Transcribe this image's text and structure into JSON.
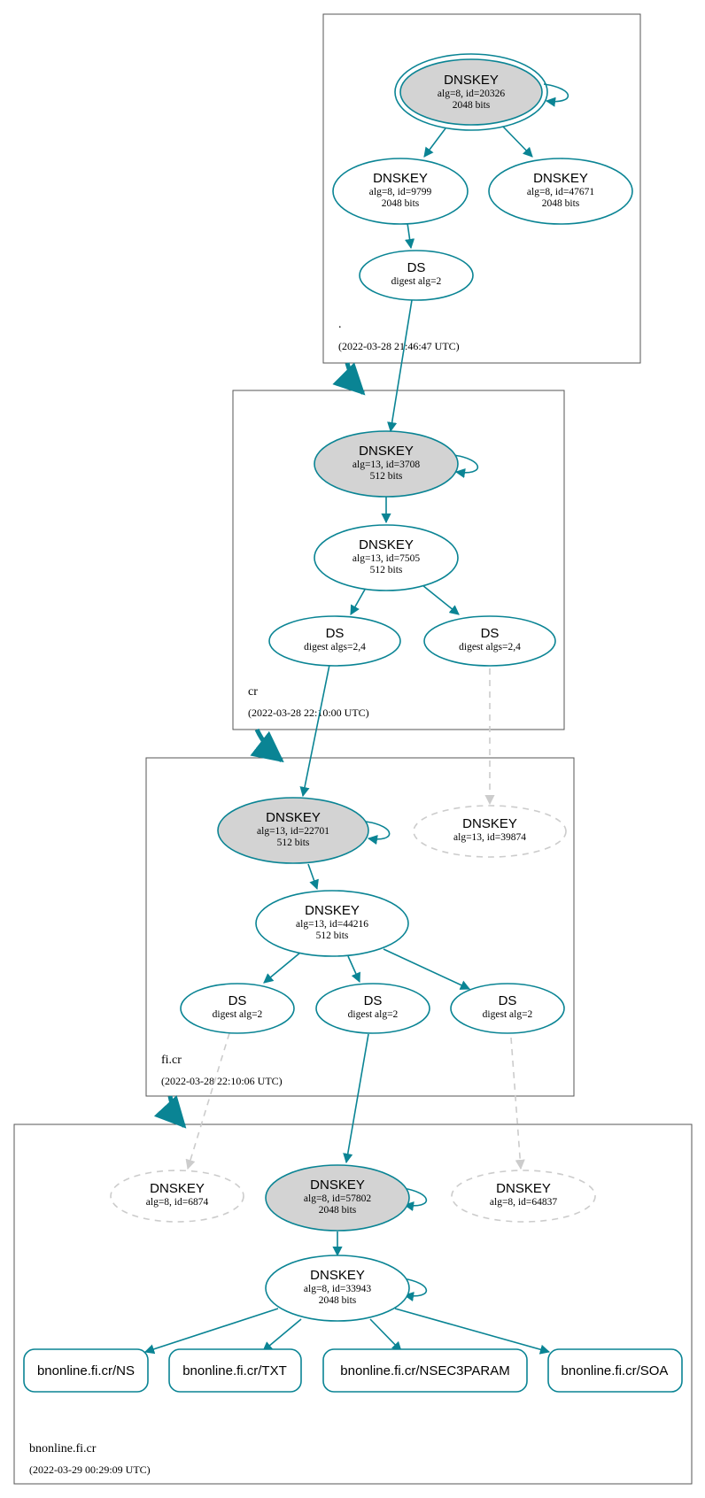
{
  "zones": [
    {
      "id": "root",
      "name": ".",
      "timestamp": "(2022-03-28 21:46:47 UTC)"
    },
    {
      "id": "cr",
      "name": "cr",
      "timestamp": "(2022-03-28 22:10:00 UTC)"
    },
    {
      "id": "ficr",
      "name": "fi.cr",
      "timestamp": "(2022-03-28 22:10:06 UTC)"
    },
    {
      "id": "bnonline",
      "name": "bnonline.fi.cr",
      "timestamp": "(2022-03-29 00:29:09 UTC)"
    }
  ],
  "nodes": {
    "root_ksk": {
      "title": "DNSKEY",
      "line1": "alg=8, id=20326",
      "line2": "2048 bits"
    },
    "root_zsk1": {
      "title": "DNSKEY",
      "line1": "alg=8, id=9799",
      "line2": "2048 bits"
    },
    "root_zsk2": {
      "title": "DNSKEY",
      "line1": "alg=8, id=47671",
      "line2": "2048 bits"
    },
    "root_ds": {
      "title": "DS",
      "line1": "digest alg=2"
    },
    "cr_ksk": {
      "title": "DNSKEY",
      "line1": "alg=13, id=3708",
      "line2": "512 bits"
    },
    "cr_zsk": {
      "title": "DNSKEY",
      "line1": "alg=13, id=7505",
      "line2": "512 bits"
    },
    "cr_ds1": {
      "title": "DS",
      "line1": "digest algs=2,4"
    },
    "cr_ds2": {
      "title": "DS",
      "line1": "digest algs=2,4"
    },
    "fi_ksk": {
      "title": "DNSKEY",
      "line1": "alg=13, id=22701",
      "line2": "512 bits"
    },
    "fi_missing": {
      "title": "DNSKEY",
      "line1": "alg=13, id=39874"
    },
    "fi_zsk": {
      "title": "DNSKEY",
      "line1": "alg=13, id=44216",
      "line2": "512 bits"
    },
    "fi_ds1": {
      "title": "DS",
      "line1": "digest alg=2"
    },
    "fi_ds2": {
      "title": "DS",
      "line1": "digest alg=2"
    },
    "fi_ds3": {
      "title": "DS",
      "line1": "digest alg=2"
    },
    "bn_missing1": {
      "title": "DNSKEY",
      "line1": "alg=8, id=6874"
    },
    "bn_ksk": {
      "title": "DNSKEY",
      "line1": "alg=8, id=57802",
      "line2": "2048 bits"
    },
    "bn_missing2": {
      "title": "DNSKEY",
      "line1": "alg=8, id=64837"
    },
    "bn_zsk": {
      "title": "DNSKEY",
      "line1": "alg=8, id=33943",
      "line2": "2048 bits"
    }
  },
  "rrsets": {
    "ns": "bnonline.fi.cr/NS",
    "txt": "bnonline.fi.cr/TXT",
    "nsec3param": "bnonline.fi.cr/NSEC3PARAM",
    "soa": "bnonline.fi.cr/SOA"
  },
  "colors": {
    "secure_edge": "#0a8494",
    "missing_edge": "#cccccc",
    "ksk_fill": "#d3d3d3",
    "zone_border": "#555555"
  }
}
